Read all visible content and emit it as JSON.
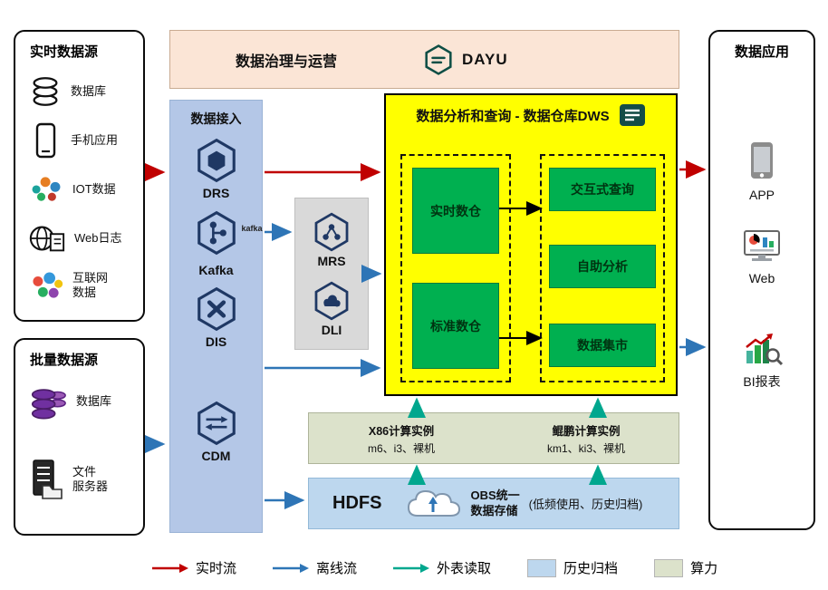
{
  "colors": {
    "realtime_flow": "#c00000",
    "offline_flow": "#2e75b6",
    "external_read": "#00a78e",
    "archive": "#bdd7ee",
    "compute": "#dce2cb",
    "dws_bg": "#ffff00",
    "service_green": "#00b050",
    "ingestion_bg": "#b4c7e7",
    "governance_bg": "#fbe5d6",
    "processing_bg": "#d9d9d9"
  },
  "governance": {
    "title": "数据治理与运营",
    "brand": "DAYU"
  },
  "realtime_sources": {
    "title": "实时数据源",
    "items": [
      {
        "icon": "database-icon",
        "label": "数据库"
      },
      {
        "icon": "mobile-app-icon",
        "label": "手机应用"
      },
      {
        "icon": "iot-icon",
        "label": "IOT数据"
      },
      {
        "icon": "web-log-icon",
        "label": "Web日志"
      },
      {
        "icon": "internet-data-icon",
        "label": "互联网\n数据"
      }
    ]
  },
  "batch_sources": {
    "title": "批量数据源",
    "items": [
      {
        "icon": "database-cluster-icon",
        "label": "数据库"
      },
      {
        "icon": "file-server-icon",
        "label": "文件\n服务器"
      }
    ]
  },
  "ingestion": {
    "title": "数据接入",
    "items": [
      {
        "icon": "drs-icon",
        "label": "DRS"
      },
      {
        "icon": "kafka-icon",
        "label": "Kafka",
        "brand": "kafka"
      },
      {
        "icon": "dis-icon",
        "label": "DIS"
      },
      {
        "icon": "cdm-icon",
        "label": "CDM"
      }
    ]
  },
  "processing": {
    "items": [
      {
        "icon": "mrs-icon",
        "label": "MRS"
      },
      {
        "icon": "dli-icon",
        "label": "DLI"
      }
    ]
  },
  "dws": {
    "title": "数据分析和查询 - 数据仓库DWS",
    "warehouses": [
      {
        "label": "实时数仓"
      },
      {
        "label": "标准数仓"
      }
    ],
    "services": [
      {
        "label": "交互式查询"
      },
      {
        "label": "自助分析"
      },
      {
        "label": "数据集市"
      }
    ]
  },
  "compute": {
    "groups": [
      {
        "title": "X86计算实例",
        "spec": "m6、i3、裸机"
      },
      {
        "title": "鲲鹏计算实例",
        "spec": "km1、ki3、裸机"
      }
    ]
  },
  "storage": {
    "hdfs": "HDFS",
    "obs": "OBS统一\n数据存储",
    "note": "(低频使用、历史归档)"
  },
  "applications": {
    "title": "数据应用",
    "items": [
      {
        "icon": "app-icon",
        "label": "APP"
      },
      {
        "icon": "web-icon",
        "label": "Web"
      },
      {
        "icon": "bi-report-icon",
        "label": "BI报表"
      }
    ]
  },
  "legend": {
    "items": [
      {
        "label": "实时流",
        "color": "#c00000",
        "type": "arrow"
      },
      {
        "label": "离线流",
        "color": "#2e75b6",
        "type": "arrow"
      },
      {
        "label": "外表读取",
        "color": "#00a78e",
        "type": "arrow"
      },
      {
        "label": "历史归档",
        "color": "#bdd7ee",
        "type": "swatch"
      },
      {
        "label": "算力",
        "color": "#dce2cb",
        "type": "swatch"
      }
    ]
  }
}
